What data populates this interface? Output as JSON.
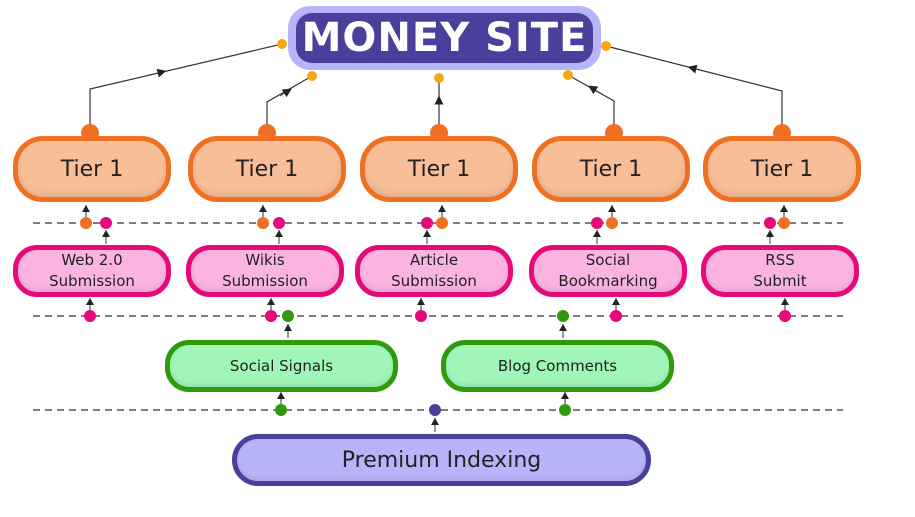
{
  "diagram": {
    "title": "MONEY SITE",
    "tier1": [
      {
        "label": "Tier 1"
      },
      {
        "label": "Tier 1"
      },
      {
        "label": "Tier 1"
      },
      {
        "label": "Tier 1"
      },
      {
        "label": "Tier 1"
      }
    ],
    "tier2": [
      {
        "label": "Web 2.0\nSubmission"
      },
      {
        "label": "Wikis\nSubmission"
      },
      {
        "label": "Article\nSubmission"
      },
      {
        "label": "Social\nBookmarking"
      },
      {
        "label": "RSS\nSubmit"
      }
    ],
    "tier3": [
      {
        "label": "Social Signals"
      },
      {
        "label": "Blog Comments"
      }
    ],
    "base": {
      "label": "Premium Indexing"
    },
    "colors": {
      "money_fill": "#4a3f9a",
      "money_border": "#b8b4fa",
      "connector_gold": "#f5a611",
      "tier1_border": "#ef7022",
      "tier1_fill": "#f8be98",
      "tier2_border": "#e6097a",
      "tier2_fill": "#fbb3e0",
      "tier3_border": "#2f9a0c",
      "tier3_fill": "#9ff6b8",
      "index_border": "#4a3f9a",
      "index_fill": "#b8b4fa",
      "arrow": "#222222",
      "dashed_line": "#555555"
    }
  }
}
